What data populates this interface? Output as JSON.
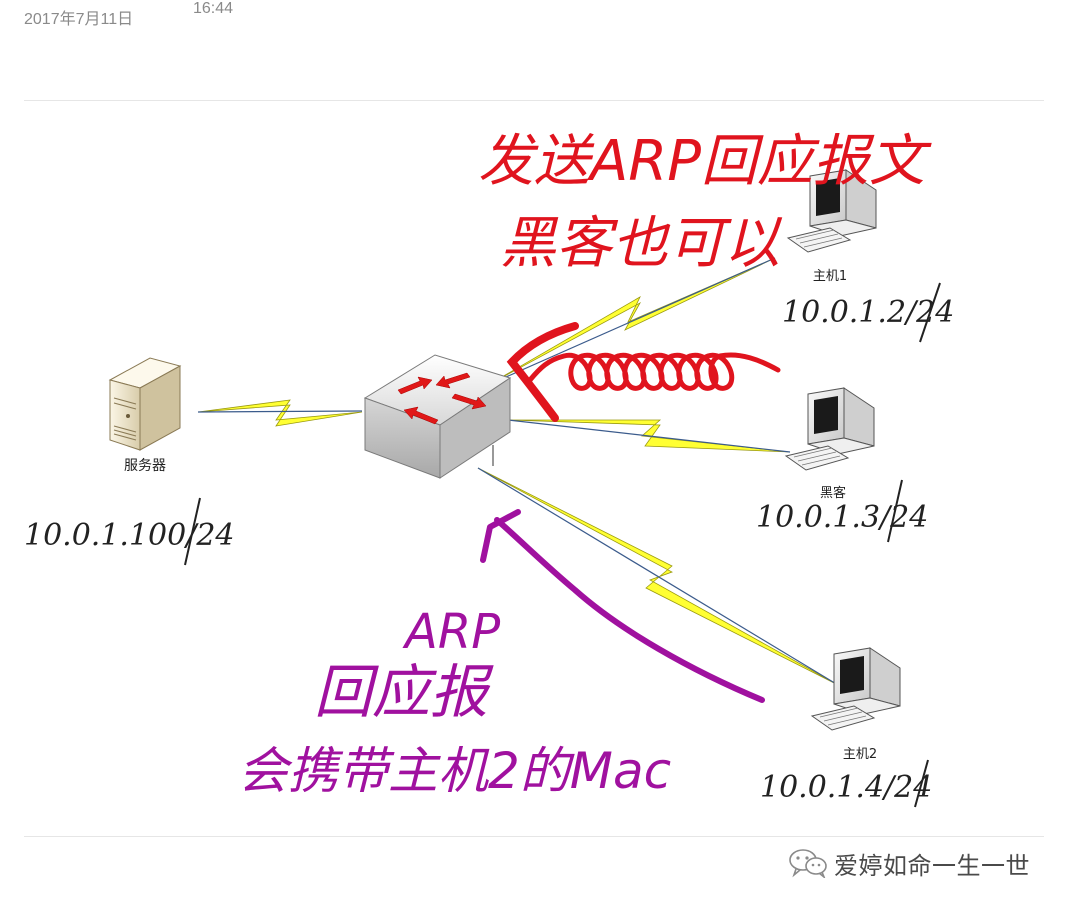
{
  "header": {
    "date": "2017年7月11日",
    "time": "16:44"
  },
  "nodes": {
    "server": {
      "label": "服务器",
      "ip": "10.0.1.100/24"
    },
    "host1": {
      "label": "主机1",
      "ip": "10.0.1.2/24"
    },
    "hacker": {
      "label": "黑客",
      "ip": "10.0.1.3/24"
    },
    "host2": {
      "label": "主机2",
      "ip": "10.0.1.4/24"
    }
  },
  "annotations": {
    "top_red": [
      "发送ARP回应报文",
      "黑客也可以"
    ],
    "bottom_purple": [
      "ARP",
      "回应报",
      "会携带主机2的Mac"
    ]
  },
  "colors": {
    "red_annotation": "#e0141e",
    "purple_annotation": "#a0119f",
    "link_yellow": "#ffff33",
    "link_line": "#3b5b8c"
  },
  "watermark": {
    "icon": "wechat-icon",
    "text": "爱婷如命一生一世"
  }
}
